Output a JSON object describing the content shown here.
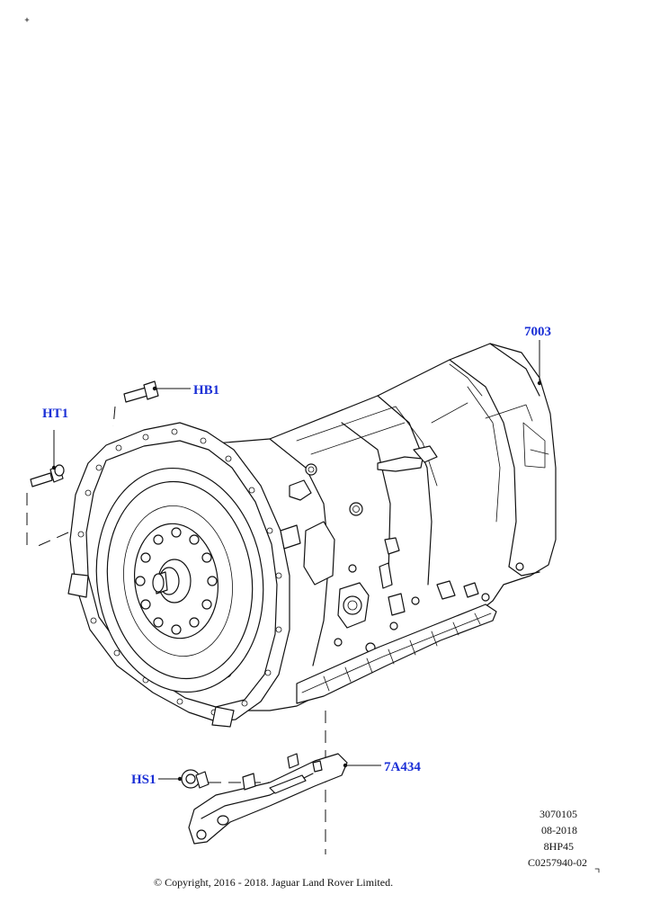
{
  "callouts": {
    "ht1": "HT1",
    "hb1": "HB1",
    "part_7003": "7003",
    "hs1": "HS1",
    "part_7a434": "7A434"
  },
  "reference": {
    "line1": "3070105",
    "line2": "08-2018",
    "line3": "8HP45",
    "line4": "C0257940-02"
  },
  "copyright": "© Copyright, 2016 - 2018. Jaguar Land Rover Limited.",
  "colors": {
    "callout_text": "#1a2fd6",
    "line_art": "#111111",
    "background": "#ffffff"
  }
}
